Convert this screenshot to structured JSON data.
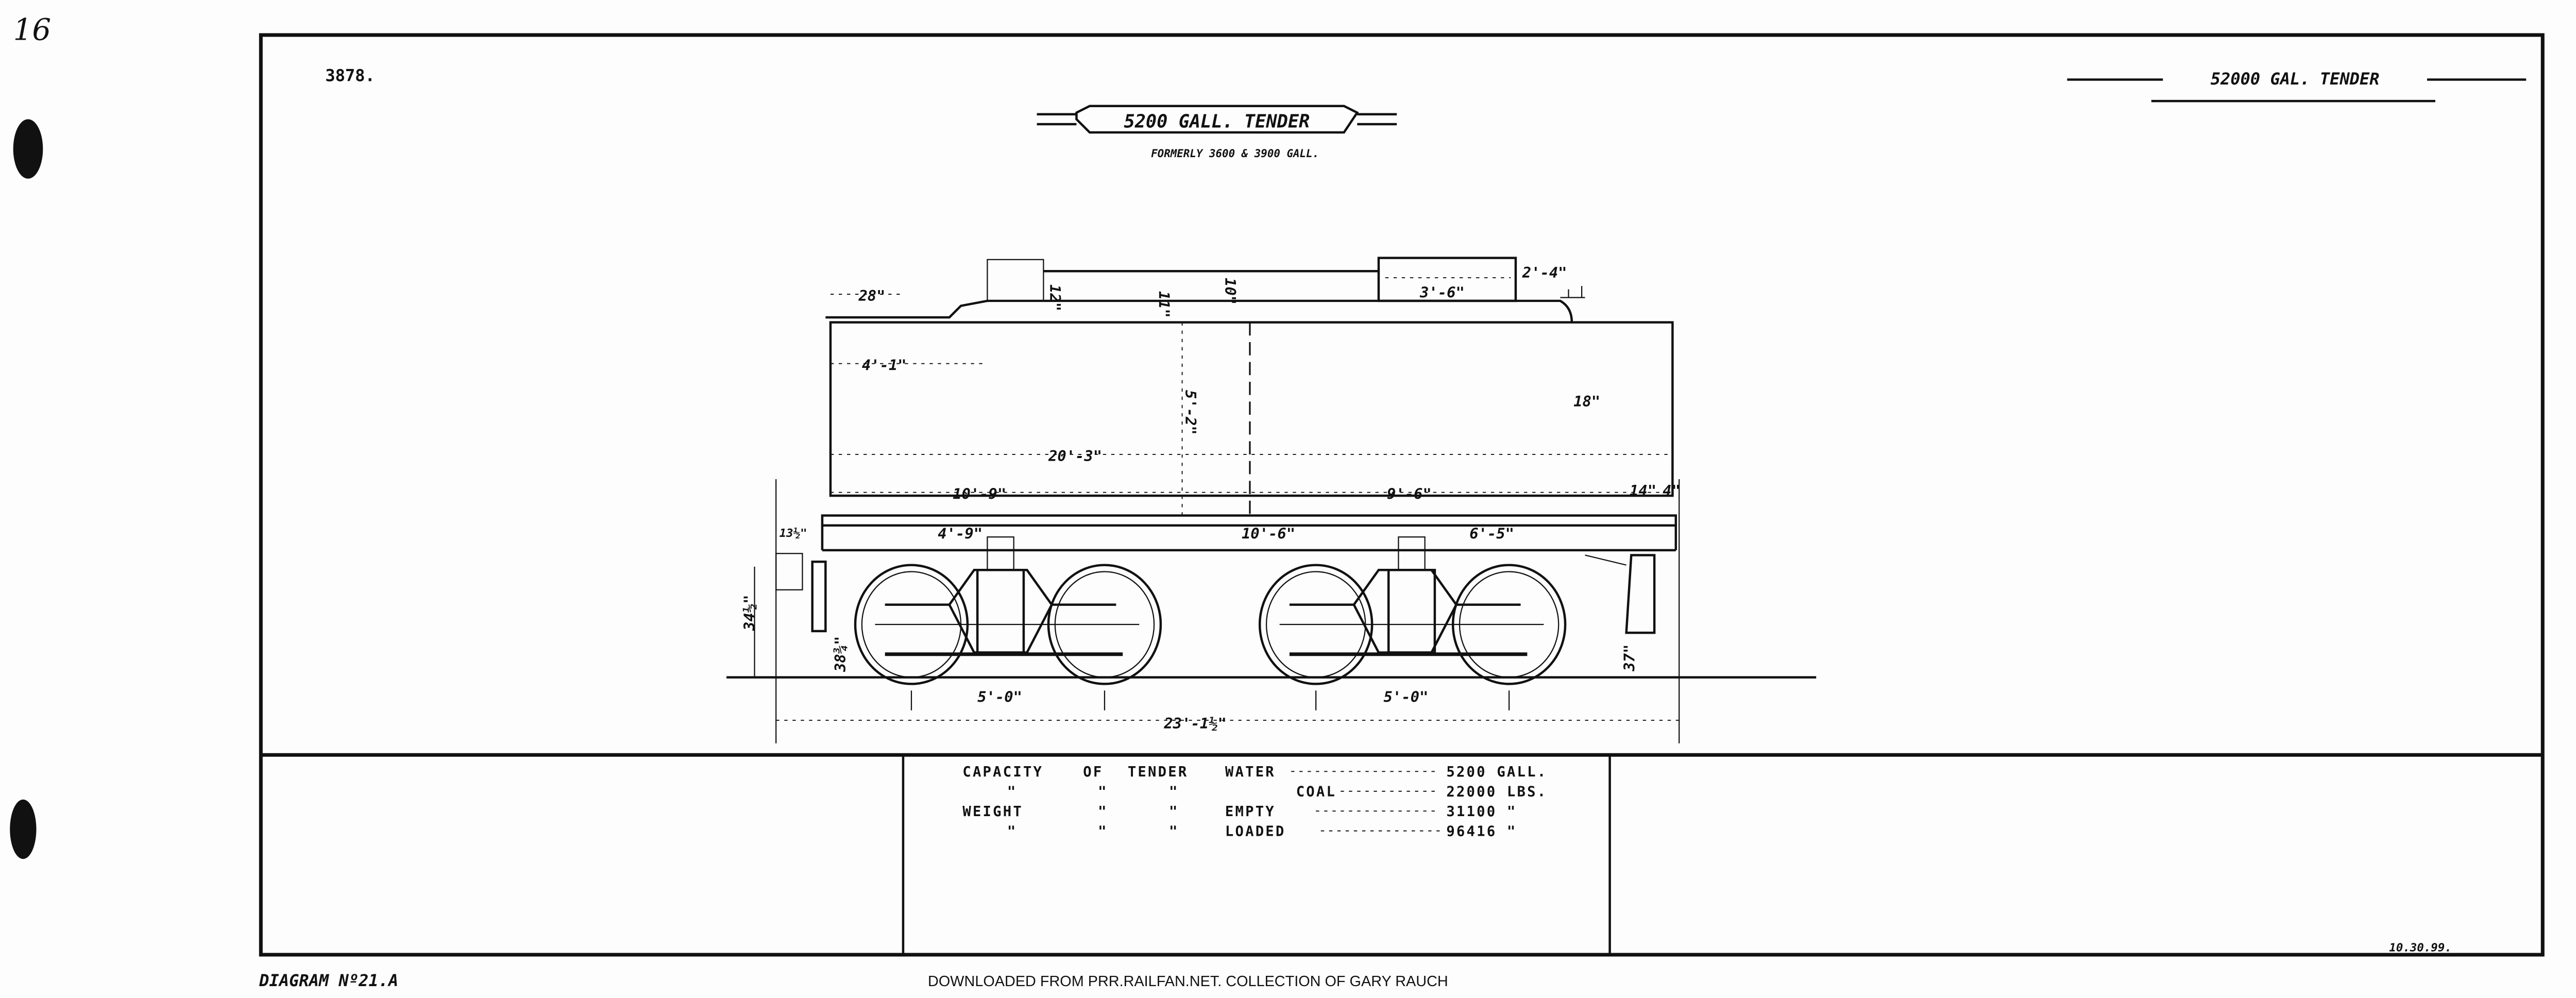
{
  "sheet": {
    "corner_mark": "16",
    "drawing_number": "3878.",
    "title": "5200 GALL. TENDER",
    "subtitle": "FORMERLY 3600 & 3900 GALL.",
    "side_title": "52000 GAL. TENDER",
    "diagram_label": "DIAGRAM Nº21.A",
    "credit": "DOWNLOADED FROM PRR.RAILFAN.NET. COLLECTION OF GARY RAUCH",
    "date": "10.30.99."
  },
  "dimensions": {
    "d28": "28\"",
    "d2_4": "2'-4\"",
    "d3_6": "3'-6\"",
    "d12": "12\"",
    "d11": "11\"",
    "d10": "10\"",
    "d4_1": "4'-1\"",
    "d18": "18\"",
    "d5_2": "5'-2\"",
    "d20_3": "20'-3\"",
    "d10_9": "10'-9\"",
    "d9_6": "9'-6\"",
    "d14": "14\"",
    "d4": "4\"",
    "d13_5": "13½\"",
    "d4_9": "4'-9\"",
    "d10_6": "10'-6\"",
    "d6_5": "6'-5\"",
    "d34_5": "34½\"",
    "d38_75": "38¾\"",
    "d37": "37\"",
    "d5_0a": "5'-0\"",
    "d5_0b": "5'-0\"",
    "d23_1_5": "23'-1½\""
  },
  "capacity_table": {
    "rows": [
      {
        "c1": "CAPACITY",
        "c2": "OF",
        "c3": "TENDER",
        "item": "WATER",
        "value": "5200 GALL."
      },
      {
        "c1": "\"",
        "c2": "\"",
        "c3": "\"",
        "item": "COAL",
        "value": "22000 LBS."
      },
      {
        "c1": "WEIGHT",
        "c2": "\"",
        "c3": "\"",
        "item": "EMPTY",
        "value": "31100 \""
      },
      {
        "c1": "\"",
        "c2": "\"",
        "c3": "\"",
        "item": "LOADED",
        "value": "96416 \""
      }
    ]
  }
}
